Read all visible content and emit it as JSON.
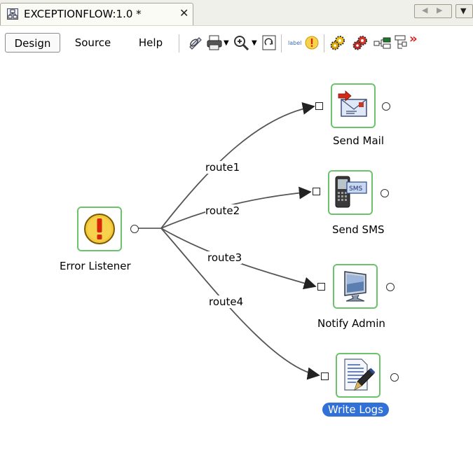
{
  "tab": {
    "title": "EXCEPTIONFLOW:1.0 *",
    "close": "✕",
    "icon": "flow-diagram-icon"
  },
  "nav": {
    "prev": "◀",
    "next": "▶",
    "menu": "▼"
  },
  "toolbar": {
    "design_label": "Design",
    "source_label": "Source",
    "help_label": "Help",
    "more": "»",
    "icons": [
      "edit-link-icon",
      "print-icon",
      "zoom-icon",
      "refresh-diagram-icon",
      "label-icon",
      "exception-icon",
      "gears-yellow-icon",
      "gears-red-icon",
      "layout-icon",
      "tree-icon"
    ]
  },
  "diagram": {
    "source_node": {
      "label": "Error Listener",
      "icon": "exclamation-icon"
    },
    "routes": [
      {
        "label": "route1",
        "target": "Send Mail",
        "icon": "mail-icon"
      },
      {
        "label": "route2",
        "target": "Send SMS",
        "icon": "sms-phone-icon"
      },
      {
        "label": "route3",
        "target": "Notify Admin",
        "icon": "monitor-icon"
      },
      {
        "label": "route4",
        "target": "Write Logs",
        "icon": "document-pen-icon",
        "selected": true
      }
    ]
  },
  "colors": {
    "node_border": "#6bc46b",
    "selection": "#3170d6"
  }
}
